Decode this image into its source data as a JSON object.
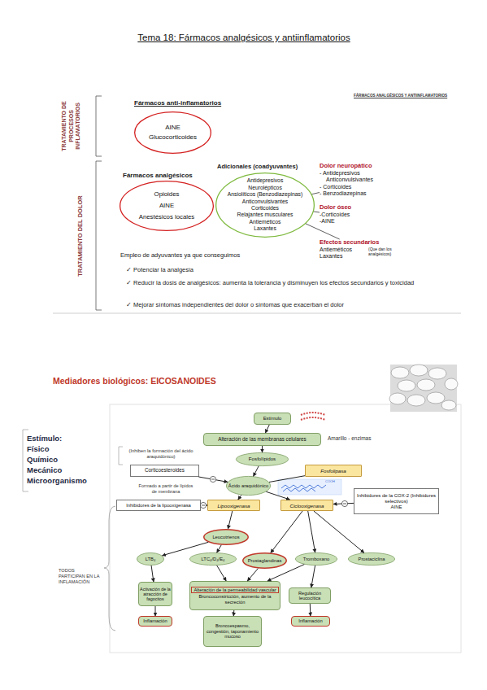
{
  "diagram": {
    "title": "Tema 18: Fármacos analgésicos y antiinflamatorios",
    "nodes": [
      {
        "text": [
          "Fármacos anti-inflamatorios",
          "AINE",
          "Glucocorticoides"
        ]
      },
      {
        "text": [
          "Fármacos analgésicos",
          "Opioides",
          "AINE",
          "Anestésicos locales"
        ]
      },
      {
        "text": [
          "Adicionales (coadyuvantes)",
          "Antidepresivos",
          "Neurolépticos",
          "Ansiolíticos (Benzodiazepinas)",
          "Anticonvulsivantes",
          "Corticoides",
          "Relajantes musculares",
          "Antieméticos",
          "Laxantes"
        ]
      },
      {
        "text": [
          "Dolor neuropático",
          "- Antidepresivos",
          "Anticonvulsivantes",
          "- Corticoides",
          "- Benzodiazepinas"
        ]
      },
      {
        "text": [
          "Dolor óseo",
          "-Corticoides",
          "-AINE"
        ]
      },
      {
        "text": [
          "Efectos secundarios",
          "Antieméticos",
          "Laxantes",
          "(Que dan los analgésicos)"
        ]
      },
      {
        "text": [
          "Estímulo"
        ]
      },
      {
        "text": [
          "Alteración de las membranas celulares"
        ]
      },
      {
        "text": [
          "Fosfolípidos"
        ]
      },
      {
        "text": [
          "Fosfolipasa"
        ]
      },
      {
        "text": [
          "Corticoesteroides"
        ]
      },
      {
        "text": [
          "Ácido araquidónico"
        ]
      },
      {
        "text": [
          "Inhibidores de la lipooxigenasa"
        ]
      },
      {
        "text": [
          "Lipooxigenasa"
        ]
      },
      {
        "text": [
          "Ciclooxigenasa"
        ]
      },
      {
        "text": [
          "Inhibidores de la COX-2 (Inhibidores selectivos)",
          "AINE"
        ]
      },
      {
        "text": [
          "Leucotrienos"
        ]
      },
      {
        "text": [
          "LTB₄"
        ]
      },
      {
        "text": [
          "LTC₄/D₄/E₄"
        ]
      },
      {
        "text": [
          "Prostaglandinas"
        ]
      },
      {
        "text": [
          "Tromboxano"
        ]
      },
      {
        "text": [
          "Prostaciclina"
        ]
      },
      {
        "text": [
          "Activación de la atracción de fagocitos"
        ]
      },
      {
        "text": [
          "Alteración de la permeabilidad vascular",
          "Broncoconstricción, aumento de la secreción"
        ]
      },
      {
        "text": [
          "Regulación leucocítica"
        ]
      },
      {
        "text": [
          "Inflamación"
        ]
      },
      {
        "text": [
          "Broncoespasmo, congestión, taponamiento mucoso"
        ]
      },
      {
        "text": [
          "Inflamación"
        ]
      }
    ],
    "edges": [
      {
        "from": 2,
        "to": 3,
        "arrow": "none"
      },
      {
        "from": 2,
        "to": 4,
        "arrow": "none"
      },
      {
        "from": 2,
        "to": 5,
        "arrow": "none"
      },
      {
        "from": 6,
        "to": 7,
        "arrow": "to"
      },
      {
        "from": 7,
        "to": 8,
        "arrow": "to"
      },
      {
        "from": 8,
        "to": 11,
        "arrow": "to"
      },
      {
        "from": 9,
        "to": 11,
        "arrow": "none"
      },
      {
        "from": 10,
        "to": 11,
        "arrow": "to"
      },
      {
        "from": 11,
        "to": 13,
        "arrow": "to"
      },
      {
        "from": 11,
        "to": 14,
        "arrow": "to"
      },
      {
        "from": 12,
        "to": 13,
        "arrow": "to"
      },
      {
        "from": 15,
        "to": 14,
        "arrow": "to"
      },
      {
        "from": 13,
        "to": 16,
        "arrow": "to"
      },
      {
        "from": 16,
        "to": 17,
        "arrow": "to"
      },
      {
        "from": 16,
        "to": 18,
        "arrow": "to"
      },
      {
        "from": 14,
        "to": 19,
        "arrow": "to"
      },
      {
        "from": 14,
        "to": 20,
        "arrow": "to"
      },
      {
        "from": 14,
        "to": 21,
        "arrow": "to"
      },
      {
        "from": 17,
        "to": 22,
        "arrow": "to"
      },
      {
        "from": 18,
        "to": 23,
        "arrow": "to"
      },
      {
        "from": 19,
        "to": 23,
        "arrow": "to"
      },
      {
        "from": 20,
        "to": 23,
        "arrow": "to"
      },
      {
        "from": 20,
        "to": 24,
        "arrow": "to"
      },
      {
        "from": 22,
        "to": 25,
        "arrow": "to"
      },
      {
        "from": 23,
        "to": 26,
        "arrow": "to"
      },
      {
        "from": 24,
        "to": 27,
        "arrow": "to"
      }
    ],
    "labels": [
      "FÁRMACOS ANALGÉSICOS Y ANTIINFLAMATORIOS",
      "TRATAMIENTO DE PROCESOS INFLAMATORIOS",
      "TRATAMIENTO DEL DOLOR",
      "Empleo de adyuvantes ya que conseguimos",
      "✓ Potenciar la analgesia",
      "✓ Reducir la dosis de analgésicos: aumenta la tolerancia y disminuyen los efectos secundarios y toxicidad",
      "✓ Mejorar síntomas independientes del dolor o síntomas que exacerban el dolor",
      "Mediadores biológicos: EICOSANOIDES",
      "Estímulo:",
      "Físico",
      "Químico",
      "Mecánico",
      "Microorganismo",
      "Amarillo - enzimas",
      "(Inhiben la formación del ácido araquidónico)",
      "Formado a partir de lípidos de membrana",
      "TODOS PARTICIPAN EN LA INFLAMACIÓN",
      "COOH"
    ]
  }
}
